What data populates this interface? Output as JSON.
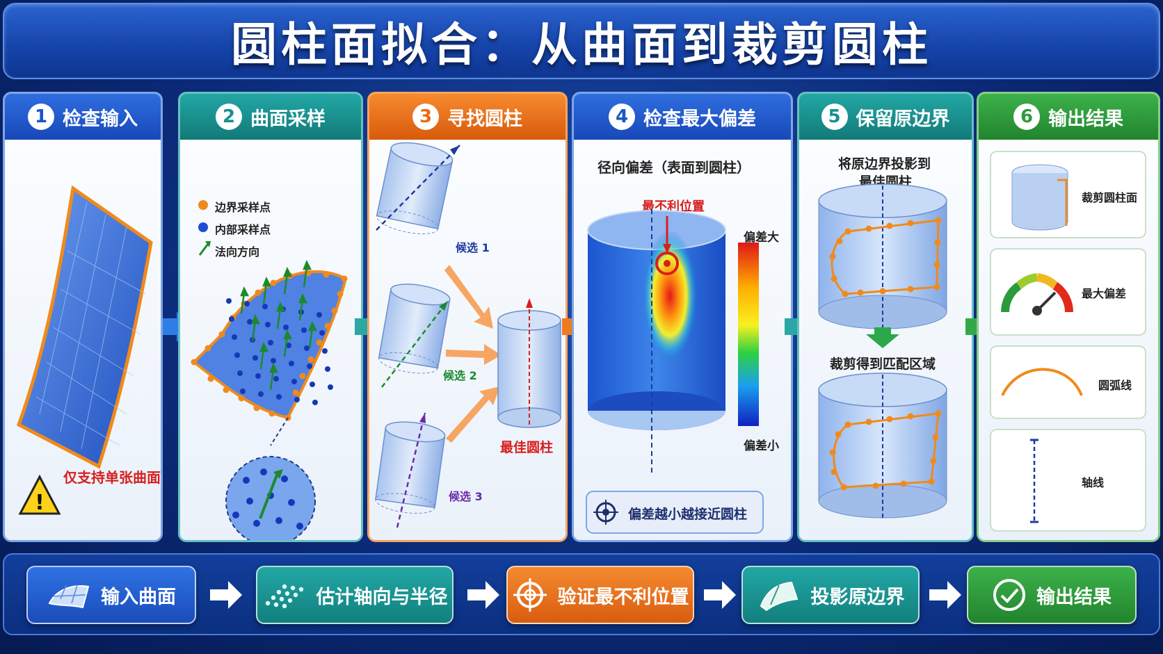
{
  "title": "圆柱面拟合：从曲面到裁剪圆柱",
  "panels": [
    {
      "num": "1",
      "label": "检查输入",
      "color": "#1a55c4"
    },
    {
      "num": "2",
      "label": "曲面采样",
      "color": "#17908f"
    },
    {
      "num": "3",
      "label": "寻找圆柱",
      "color": "#ec6a12"
    },
    {
      "num": "4",
      "label": "检查最大偏差",
      "color": "#1a55c4"
    },
    {
      "num": "5",
      "label": "保留原边界",
      "color": "#17908f"
    },
    {
      "num": "6",
      "label": "输出结果",
      "color": "#2e9a3c"
    }
  ],
  "p1": {
    "warning": "仅支持单张曲面"
  },
  "p2": {
    "legend": [
      "边界采样点",
      "内部采样点",
      "法向方向"
    ]
  },
  "p3": {
    "candidates": [
      "候选 1",
      "候选 2",
      "候选 3"
    ],
    "best": "最佳圆柱"
  },
  "p4": {
    "subtitle": "径向偏差（表面到圆柱）",
    "worst": "最不利位置",
    "scale_high": "偏差大",
    "scale_low": "偏差小",
    "note": "偏差越小越接近圆柱"
  },
  "p5": {
    "text1": "将原边界投影到",
    "text1b": "最佳圆柱",
    "text2": "裁剪得到匹配区域"
  },
  "p6": {
    "items": [
      "裁剪圆柱面",
      "最大偏差",
      "圆弧线",
      "轴线"
    ]
  },
  "steps": [
    {
      "label": "输入曲面",
      "color": "#1a5ad0"
    },
    {
      "label": "估计轴向与半径",
      "color": "#17908f"
    },
    {
      "label": "验证最不利位置",
      "color": "#ec6a12"
    },
    {
      "label": "投影原边界",
      "color": "#17908f"
    },
    {
      "label": "输出结果",
      "color": "#2e9a3c"
    }
  ],
  "colors": {
    "orange": "#f08a1c",
    "blue": "#1e4fd0",
    "green": "#1c8a2c",
    "red": "#d81e1e"
  }
}
